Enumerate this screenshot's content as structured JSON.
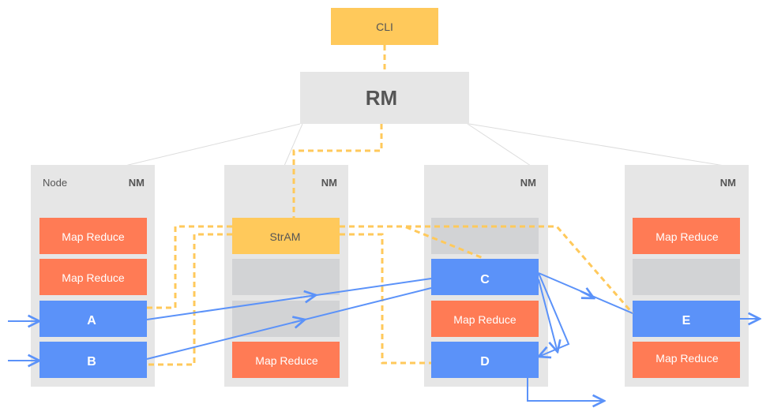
{
  "cli": {
    "label": "CLI"
  },
  "rm": {
    "label": "RM"
  },
  "nodes": [
    {
      "id": "node1",
      "node_label": "Node",
      "nm_label": "NM"
    },
    {
      "id": "node2",
      "node_label": "",
      "nm_label": "NM"
    },
    {
      "id": "node3",
      "node_label": "",
      "nm_label": "NM"
    },
    {
      "id": "node4",
      "node_label": "",
      "nm_label": "NM"
    }
  ],
  "containers": {
    "n1_mr1": "Map Reduce",
    "n1_mr2": "Map Reduce",
    "A": "A",
    "B": "B",
    "stram": "StrAM",
    "n2_mr": "Map Reduce",
    "C": "C",
    "n3_mr": "Map Reduce",
    "D": "D",
    "n4_mr1": "Map Reduce",
    "E": "E",
    "n4_mr2": "Map Reduce"
  },
  "colors": {
    "node_bg": "#e6e6e6",
    "empty_slot": "#d2d3d5",
    "map_reduce": "#ff7b55",
    "operator": "#5b92f9",
    "stram": "#ffc95b",
    "cli": "#ffc95b",
    "rm_bg": "#e6e6e6",
    "control_line": "#ffc95b",
    "data_line": "#5b92f9",
    "rm_line": "#dddddd",
    "label_dark": "#555555",
    "label_white": "#ffffff"
  }
}
